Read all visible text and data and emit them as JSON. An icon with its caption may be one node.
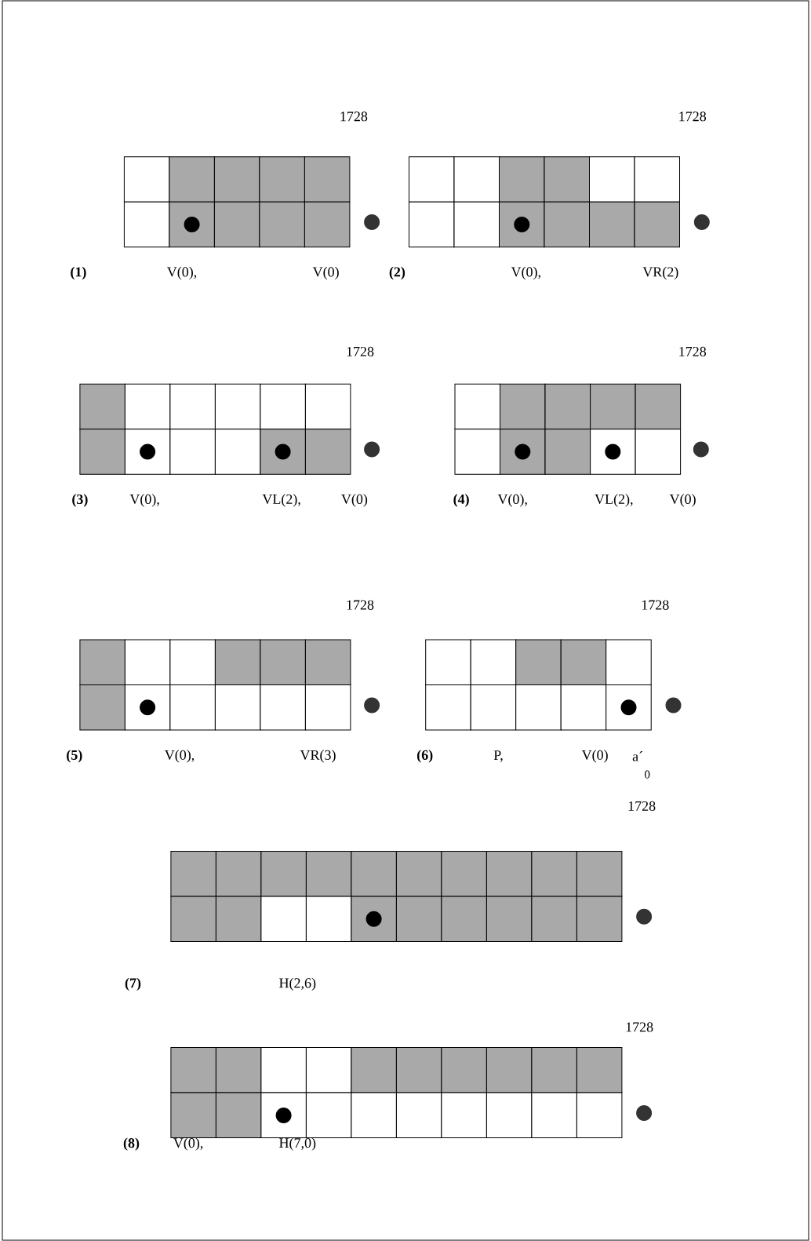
{
  "diagram": {
    "labels": [
      "1728",
      "1728",
      "(1)",
      "V(0),",
      "V(0)",
      "(2)",
      "V(0),",
      "VR(2)",
      "1728",
      "1728",
      "(3)",
      "V(0),",
      "VL(2),",
      "V(0)",
      "(4)",
      "V(0),",
      "VL(2),",
      "V(0)",
      "1728",
      "1728",
      "(5)",
      "V(0),",
      "VR(3)",
      "(6)",
      "P,",
      "V(0)",
      "a´",
      "0",
      "1728",
      "(7)",
      "H(2,6)",
      "1728",
      "(8)",
      "V(0),",
      "H(7,0)"
    ]
  }
}
